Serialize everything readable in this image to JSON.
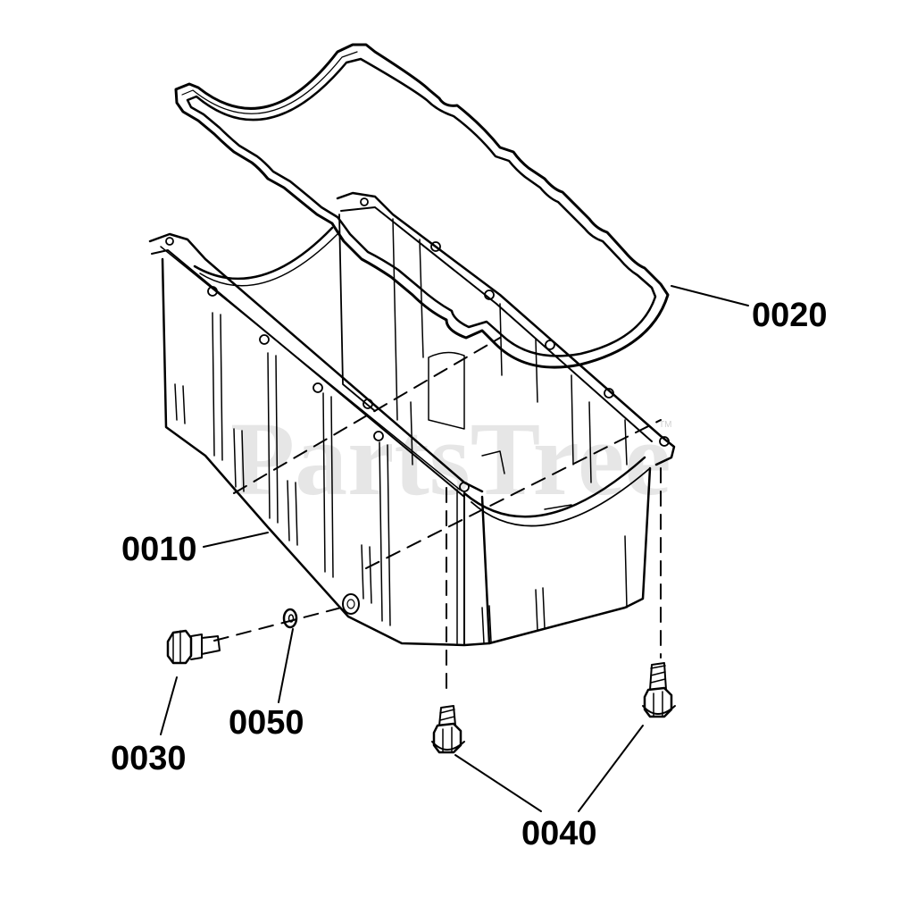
{
  "watermark": {
    "text": "PartsTree",
    "tm": "TM"
  },
  "callouts": {
    "oil_pan": "0010",
    "gasket": "0020",
    "drain_plug": "0030",
    "screws": "0040",
    "washer": "0050"
  },
  "colors": {
    "line": "#000000",
    "watermark": "#e2e2e2",
    "background": "#ffffff"
  }
}
